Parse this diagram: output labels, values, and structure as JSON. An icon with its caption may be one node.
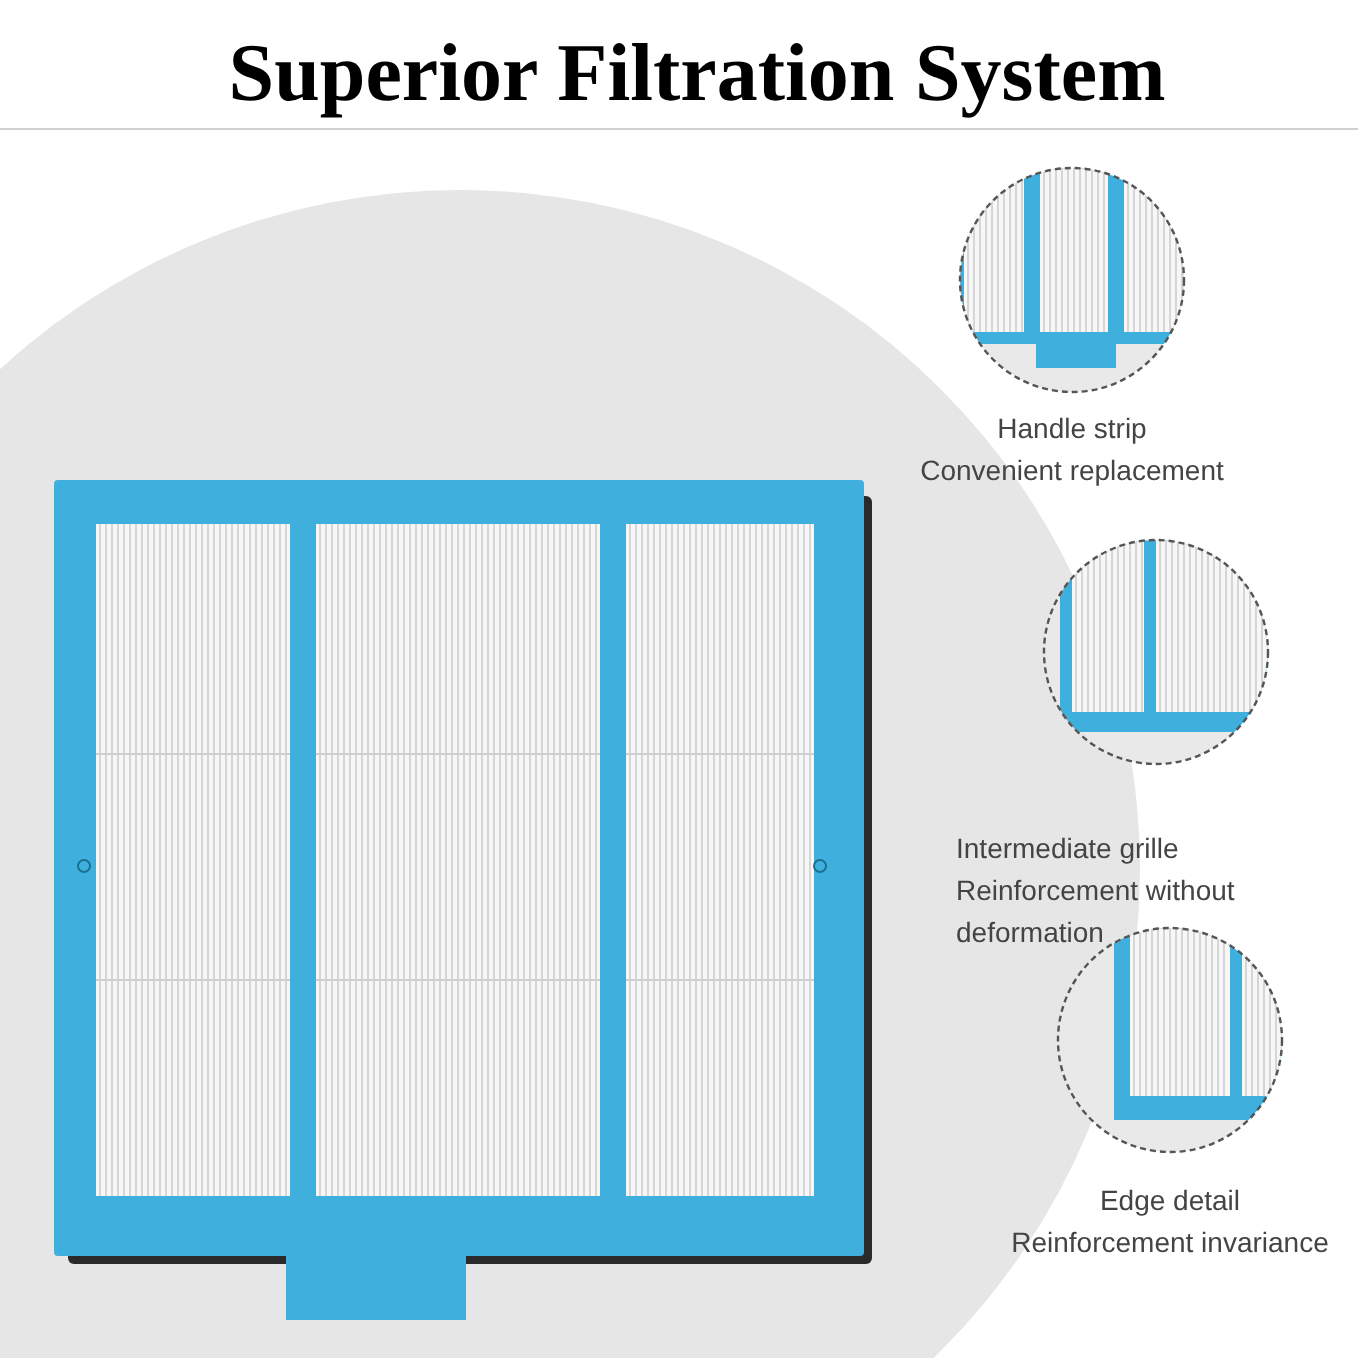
{
  "diagram": {
    "title": "Superior Filtration System",
    "nodes": [
      {
        "text": [
          "Handle strip",
          "Convenient replacement"
        ]
      },
      {
        "text": [
          "Intermediate grille",
          "Reinforcement without deformation"
        ]
      },
      {
        "text": [
          "Edge detail",
          "Reinforcement invariance"
        ]
      }
    ]
  }
}
